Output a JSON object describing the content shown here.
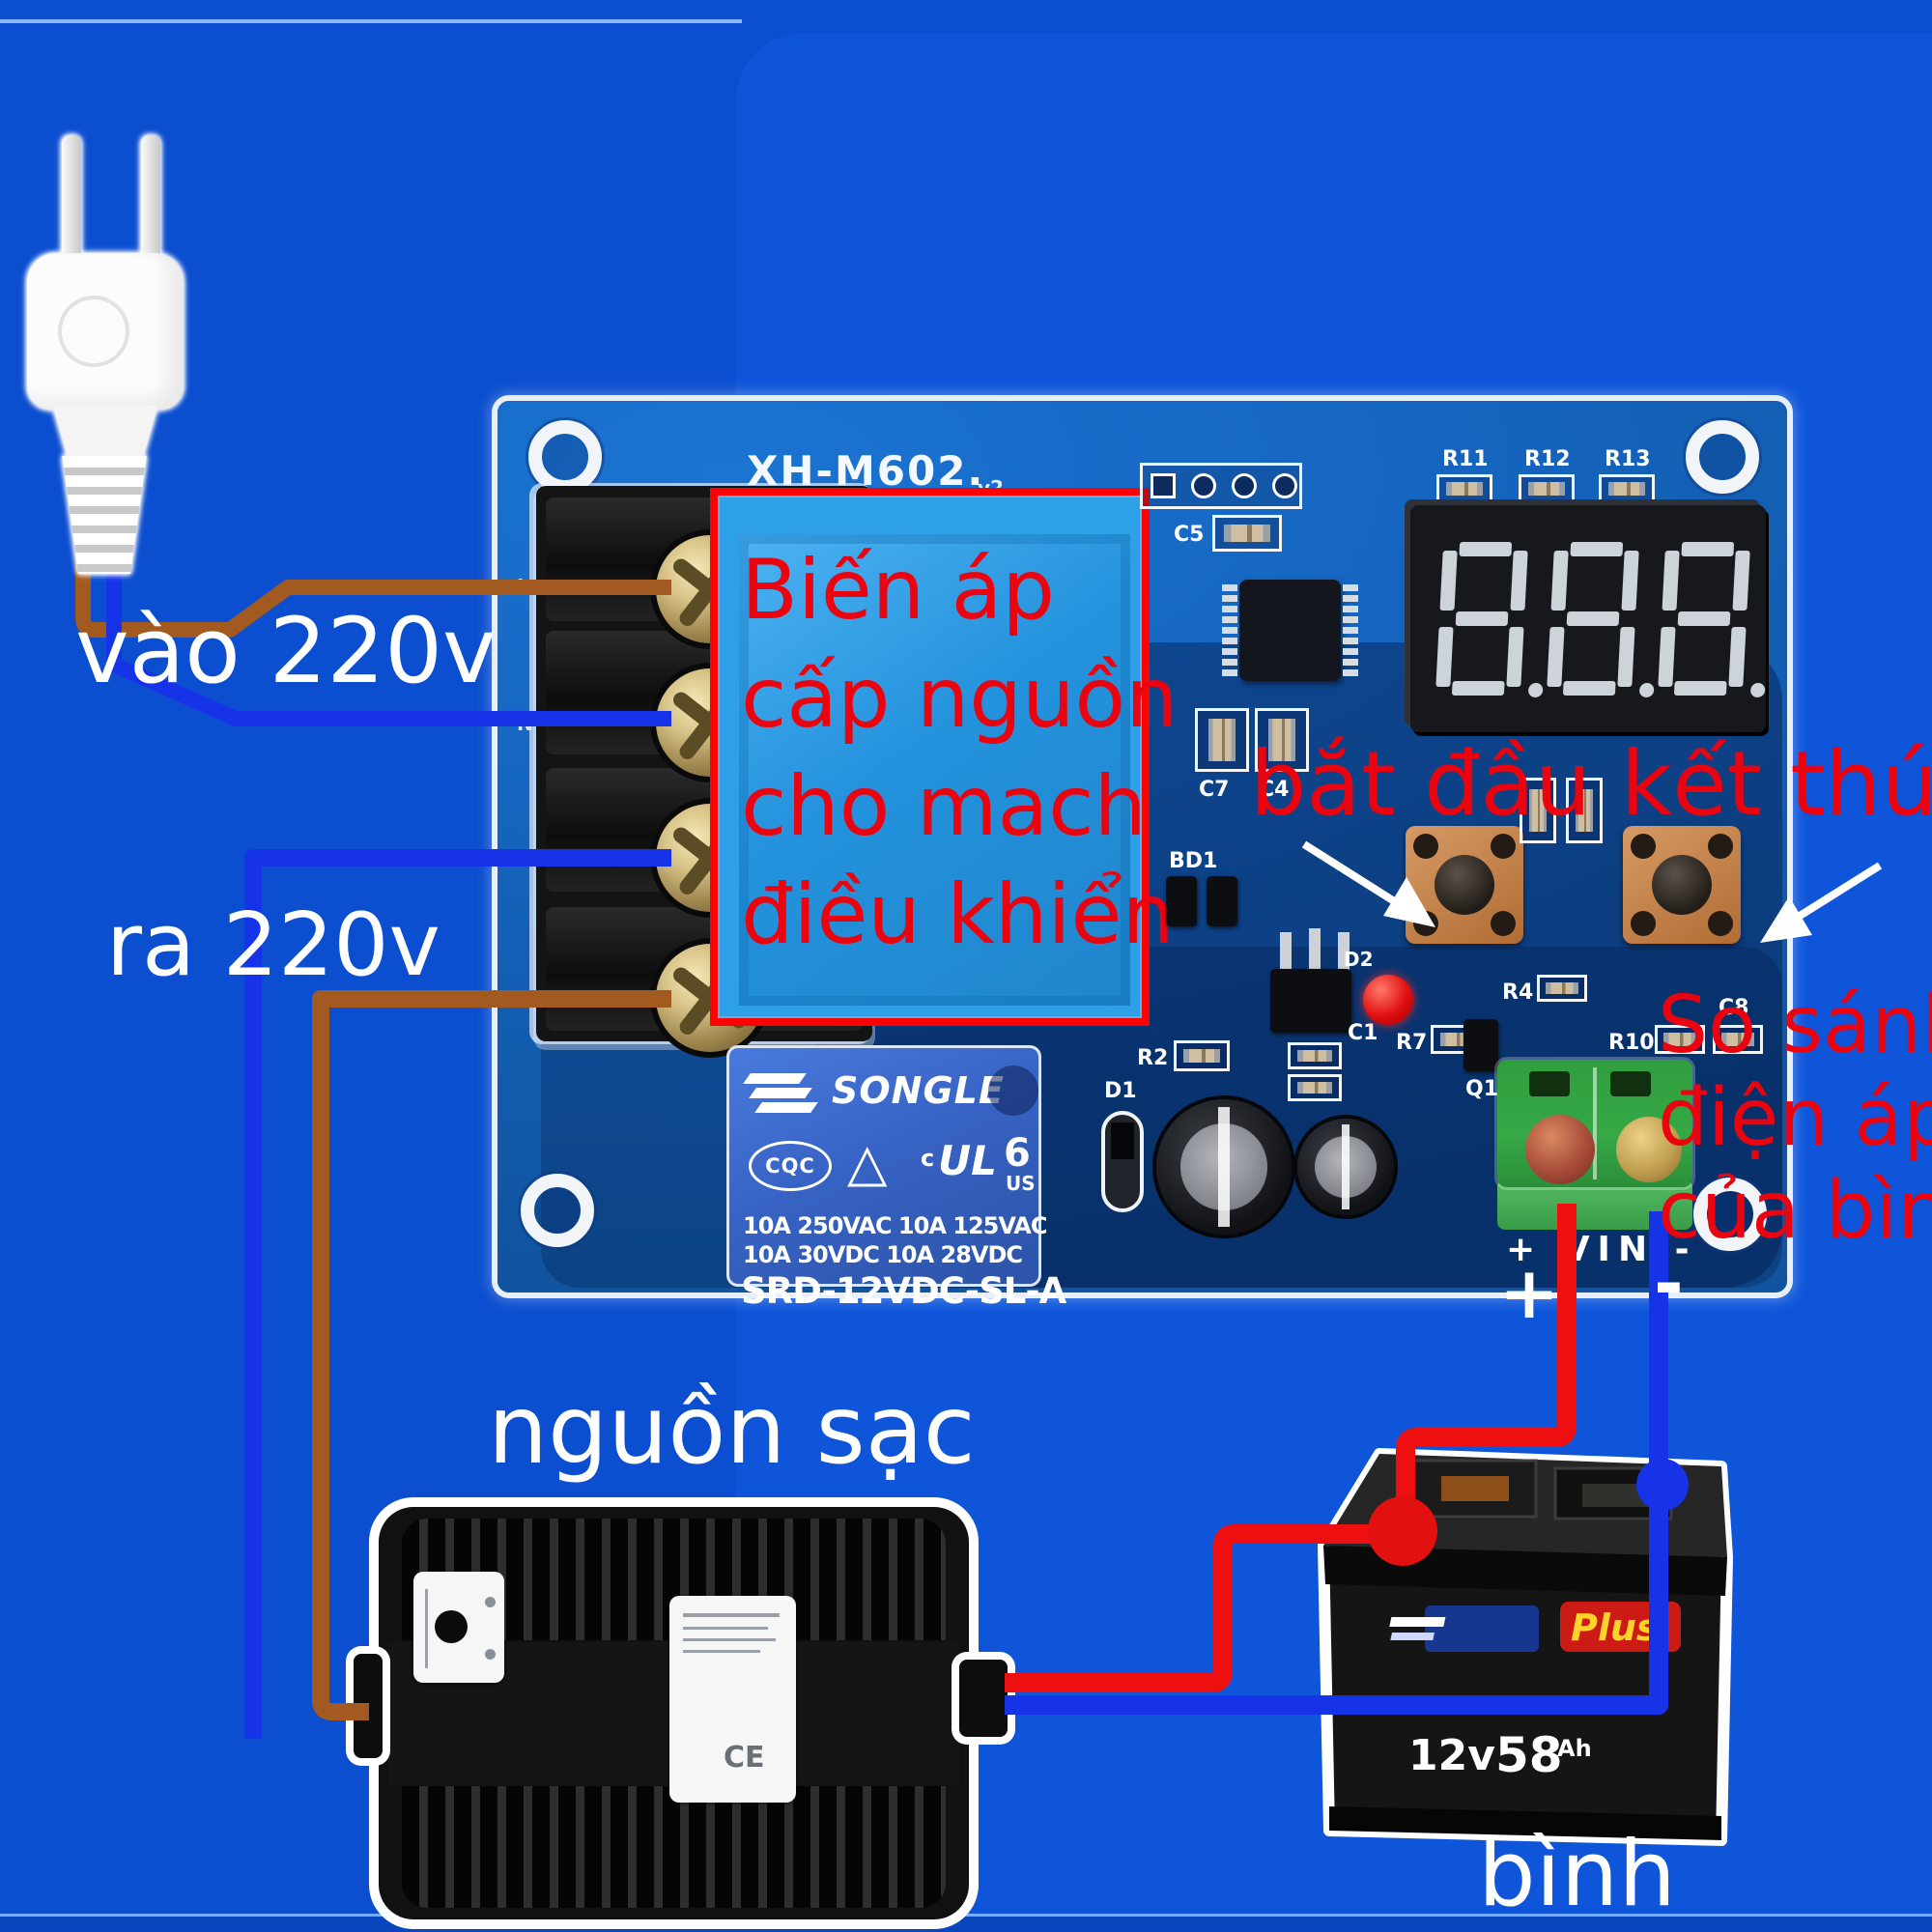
{
  "annotations": {
    "input_220v": "vào 220v",
    "output_220v": "ra 220v",
    "transformer": [
      "Biến áp",
      "cấp nguồn",
      "cho mach",
      "điều khiển"
    ],
    "start_button": "bắt đầu",
    "end_button": "kết thúc",
    "compare": [
      "So sánh",
      "điện áp",
      "của bình"
    ],
    "charger": "nguồn sạc",
    "battery": "bình"
  },
  "board": {
    "model": "XH-M602.",
    "version": "v2",
    "vin_silkscreen": "+ VIN -",
    "plus": "+",
    "minus": "-",
    "display_value": "888",
    "silkscreen": {
      "r11": "R11",
      "r12": "R12",
      "r13": "R13",
      "c5": "C5",
      "c7": "C7",
      "c4": "C4",
      "bd1": "BD1",
      "r2": "R2",
      "c1": "C1",
      "d1": "D1",
      "d2": "D2",
      "q1": "Q1",
      "r4": "R4",
      "r7": "R7",
      "r10": "R10",
      "c8": "C8",
      "l": "L",
      "n": "N",
      "tilde1": "~",
      "tilde2": "~"
    }
  },
  "relay": {
    "brand": "SONGLE",
    "cqc": "CQC",
    "triangle": "△",
    "ul_c": "c",
    "ul": "UL",
    "ul_number": "6",
    "ul_us": "US",
    "ratings_line1": "10A 250VAC  10A 125VAC",
    "ratings_line2": "10A  30VDC   10A  28VDC",
    "model": "SRD-12VDC-SL-A"
  },
  "battery": {
    "voltage": "12v",
    "capacity": "58",
    "capacity_unit": "Ah",
    "brand_plus": "Plus"
  },
  "charger": {
    "ce_mark": "CE"
  },
  "colors": {
    "background": "#0b4ecf",
    "board_blue": "#1565c0",
    "transformer_fill": "#2da0e8",
    "annotation_red": "#e90410",
    "wire_brown": "#a35a20",
    "wire_blue": "#1733e8",
    "wire_red": "#ee1010",
    "relay_blue": "#3763c4",
    "terminal_green": "#36a846"
  }
}
